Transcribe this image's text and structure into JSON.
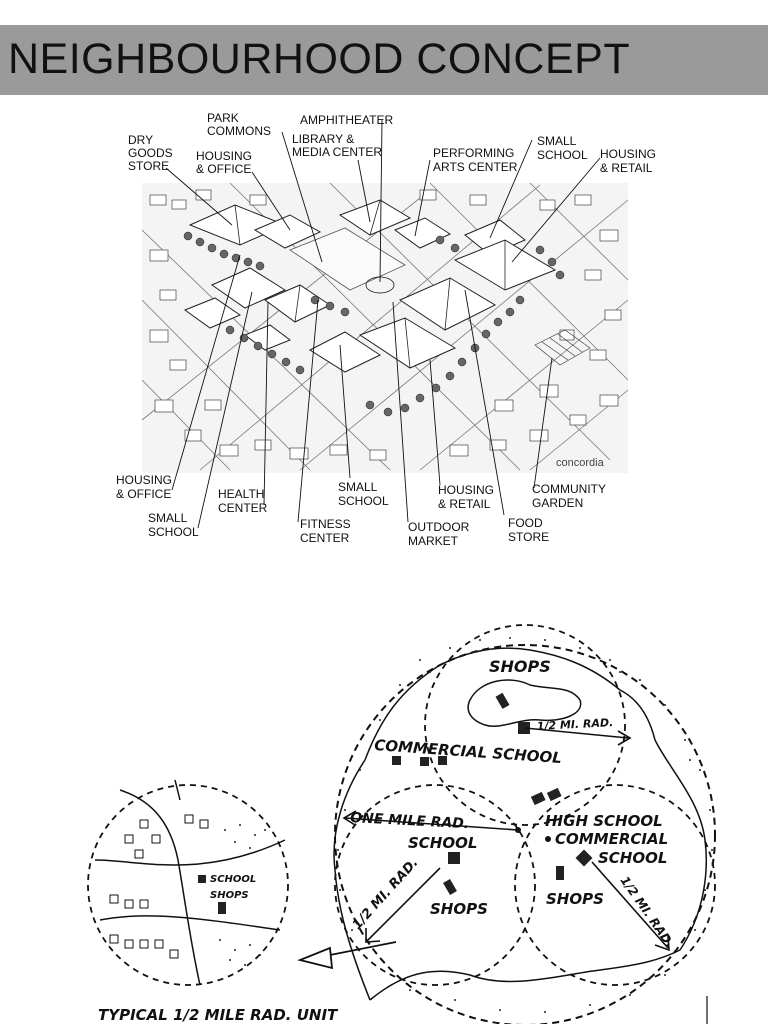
{
  "title": "NEIGHBOURHOOD CONCEPT",
  "aerial": {
    "labels": [
      {
        "id": "dry-goods-store",
        "lines": [
          "DRY",
          "GOODS",
          "STORE"
        ]
      },
      {
        "id": "park-commons",
        "lines": [
          "PARK",
          "COMMONS"
        ]
      },
      {
        "id": "housing-office-top",
        "lines": [
          "HOUSING",
          "& OFFICE"
        ]
      },
      {
        "id": "amphitheater",
        "lines": [
          "AMPHITHEATER"
        ]
      },
      {
        "id": "library-media",
        "lines": [
          "LIBRARY &",
          "MEDIA CENTER"
        ]
      },
      {
        "id": "performing-arts",
        "lines": [
          "PERFORMING",
          "ARTS CENTER"
        ]
      },
      {
        "id": "small-school-top",
        "lines": [
          "SMALL",
          "SCHOOL"
        ]
      },
      {
        "id": "housing-retail-top",
        "lines": [
          "HOUSING",
          "& RETAIL"
        ]
      },
      {
        "id": "housing-office-bottom",
        "lines": [
          "HOUSING",
          "& OFFICE"
        ]
      },
      {
        "id": "small-school-left",
        "lines": [
          "SMALL",
          "SCHOOL"
        ]
      },
      {
        "id": "health-center",
        "lines": [
          "HEALTH",
          "CENTER"
        ]
      },
      {
        "id": "fitness-center",
        "lines": [
          "FITNESS",
          "CENTER"
        ]
      },
      {
        "id": "small-school-mid",
        "lines": [
          "SMALL",
          "SCHOOL"
        ]
      },
      {
        "id": "outdoor-market",
        "lines": [
          "OUTDOOR",
          "MARKET"
        ]
      },
      {
        "id": "housing-retail-bottom",
        "lines": [
          "HOUSING",
          "& RETAIL"
        ]
      },
      {
        "id": "food-store",
        "lines": [
          "FOOD",
          "STORE"
        ]
      },
      {
        "id": "community-garden",
        "lines": [
          "COMMUNITY",
          "GARDEN"
        ]
      }
    ],
    "watermark": "concordia"
  },
  "diagram": {
    "shops_top": "SHOPS",
    "half_mile_top": "1/2 MI. RAD.",
    "commercial_school": "COMMERCIAL SCHOOL",
    "one_mile_rad": "ONE MILE RAD.",
    "school_mid": "SCHOOL",
    "high_school": "HIGH SCHOOL",
    "commercial": "COMMERCIAL",
    "school_right": "SCHOOL",
    "half_mile_left": "1/2 MI. RAD.",
    "shops_left": "SHOPS",
    "shops_right": "SHOPS",
    "half_mile_right": "1/2 MI. RAD.",
    "unit_school": "SCHOOL",
    "unit_shops": "SHOPS",
    "caption": "TYPICAL 1/2 MILE RAD. UNIT"
  }
}
